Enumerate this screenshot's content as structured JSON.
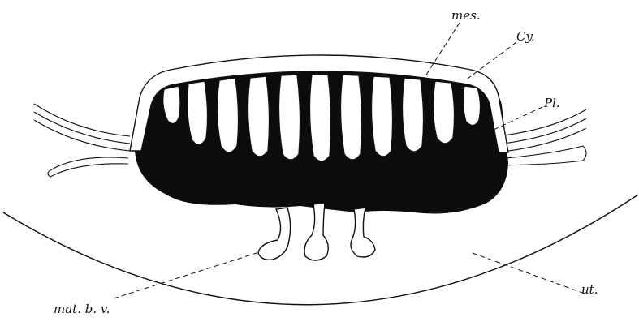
{
  "figure": {
    "labels": {
      "mes": "mes.",
      "cy": "Cy.",
      "pl": "Pl.",
      "mat_bv": "mat. b. v.",
      "ut": "ut."
    }
  },
  "colors": {
    "ink": "#111111",
    "tissue": "#0c0c0c",
    "paper": "#ffffff"
  }
}
